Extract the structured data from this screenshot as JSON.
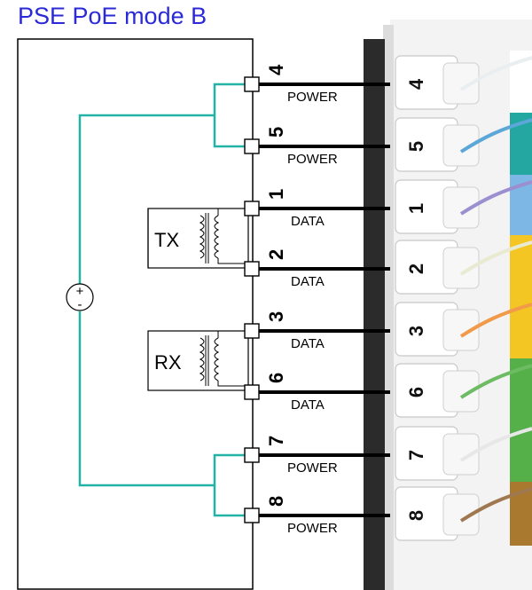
{
  "title": "PSE PoE mode B",
  "colors": {
    "title": "#2a2ad6",
    "supply_wire": "#22b3a6",
    "signal_wire": "#000000",
    "jack_body": "#f2f2f2",
    "jack_strip": "#2b2b2b"
  },
  "pins": [
    {
      "pin": "4",
      "label": "POWER"
    },
    {
      "pin": "5",
      "label": "POWER"
    },
    {
      "pin": "1",
      "label": "DATA"
    },
    {
      "pin": "2",
      "label": "DATA"
    },
    {
      "pin": "3",
      "label": "DATA"
    },
    {
      "pin": "6",
      "label": "DATA"
    },
    {
      "pin": "7",
      "label": "POWER"
    },
    {
      "pin": "8",
      "label": "POWER"
    }
  ],
  "transformers": [
    {
      "label": "TX"
    },
    {
      "label": "RX"
    }
  ],
  "supply": {
    "plus": "+",
    "minus": "-"
  },
  "jack": {
    "slot_numbers": [
      "4",
      "5",
      "1",
      "2",
      "3",
      "6",
      "7",
      "8"
    ],
    "wire_colors": [
      "#e9eef0",
      "#5aa7d8",
      "#9b8fd0",
      "#e8ead2",
      "#f09a4a",
      "#6dbb62",
      "#e7e7e7",
      "#a07850"
    ],
    "block_colors": [
      "#ffffff",
      "#23a7a0",
      "#7db7e6",
      "#f4c623",
      "#f4c623",
      "#55b04a",
      "#55b04a",
      "#a8792e"
    ]
  }
}
